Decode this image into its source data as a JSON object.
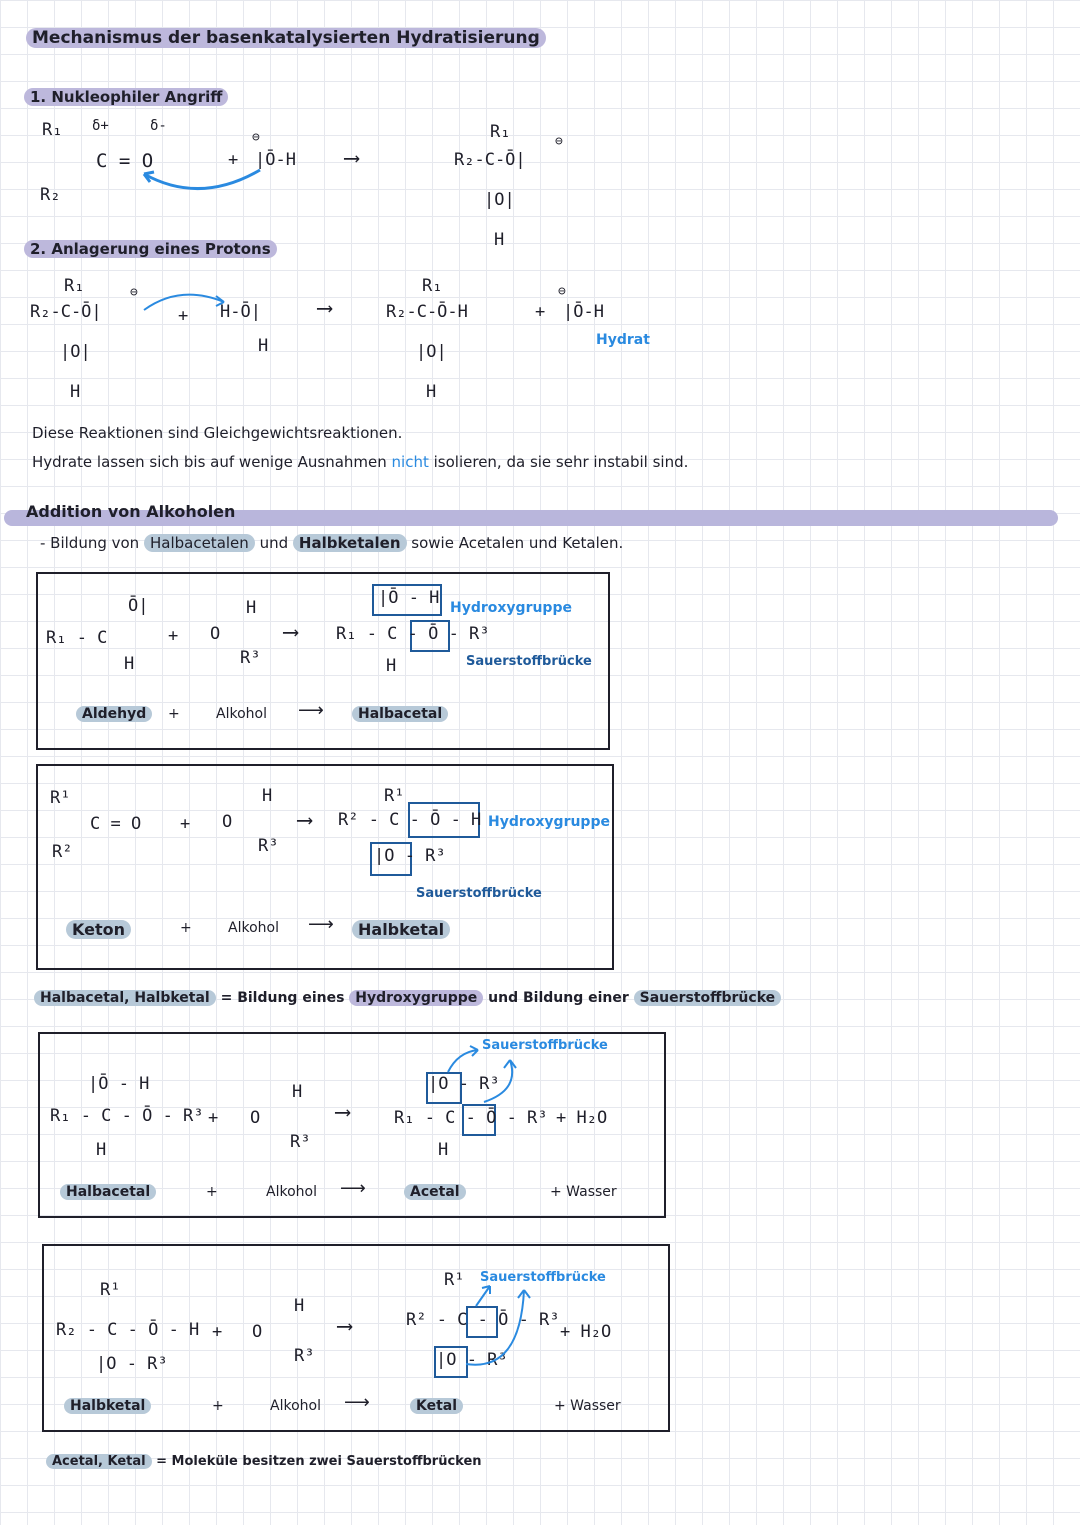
{
  "title": "Mechanismus der basenkatalysierten Hydratisierung",
  "step1": {
    "heading": "1. Nukleophiler Angriff",
    "r1": "R₁",
    "r2": "R₂",
    "delta_plus": "δ+",
    "delta_minus": "δ-",
    "carbonyl": "C = O",
    "nucleophile": "|Ō-H",
    "plus": "+",
    "arrow": "⟶",
    "product_top": "R₁",
    "product_mid": "R₂-C-Ō|",
    "product_oh": "|O|",
    "product_h": "H",
    "charge": "⊖"
  },
  "step2": {
    "heading": "2. Anlagerung eines Protons",
    "reactant_mid": "R₂-C-Ō|",
    "water": "H-Ō|",
    "water_h": "H",
    "product_mid": "R₂-C-Ō-H",
    "hydroxide": "|Ō-H",
    "hydrat": "Hydrat"
  },
  "notes": {
    "line1": "Diese Reaktionen sind Gleichgewichtsreaktionen.",
    "line2_a": "Hydrate lassen sich bis auf wenige Ausnahmen",
    "line2_nicht": "nicht",
    "line2_b": "isolieren, da sie sehr instabil sind."
  },
  "section2": {
    "heading": "Addition von Alkoholen",
    "bullet_a": "- Bildung von",
    "term1": "Halbacetalen",
    "bullet_b": "und",
    "term2": "Halbketalen",
    "bullet_c": "sowie Acetalen und Ketalen."
  },
  "box1": {
    "aldehyde_left": "R₁ - C",
    "aldehyde_o": "Ō|",
    "aldehyde_h": "H",
    "alcohol_h": "H",
    "alcohol_o": "O",
    "alcohol_r": "R³",
    "product_top": "|Ō - H",
    "product_mid": "R₁ - C - Ō - R³",
    "product_h": "H",
    "hydroxygruppe": "Hydroxygruppe",
    "sauerstoffbruecke": "Sauerstoffbrücke",
    "label_reactant": "Aldehyd",
    "label_alcohol": "Alkohol",
    "label_product": "Halbacetal"
  },
  "box2": {
    "r1": "R¹",
    "r2": "R²",
    "carbonyl": "C = O",
    "product_top": "R¹",
    "product_mid": "R² - C - Ō - H",
    "product_bottom": "|O - R³",
    "hydroxygruppe": "Hydroxygruppe",
    "sauerstoffbruecke": "Sauerstoffbrücke",
    "label_reactant": "Keton",
    "label_alcohol": "Alkohol",
    "label_product": "Halbketal"
  },
  "summary1": {
    "terms": "Halbacetal, Halbketal",
    "eq": "= Bildung eines",
    "hydroxy": "Hydroxygruppe",
    "und": "und Bildung einer",
    "bruecke": "Sauerstoffbrücke"
  },
  "box3": {
    "reactant_top": "|Ō - H",
    "reactant_mid": "R₁ - C - Ō - R³",
    "reactant_h": "H",
    "product_top": "|O - R³",
    "product_mid": "R₁ - C - Ō - R³",
    "product_h": "H",
    "water": "+ H₂O",
    "sauerstoffbruecke": "Sauerstoffbrücke",
    "label_reactant": "Halbacetal",
    "label_alcohol": "Alkohol",
    "label_product": "Acetal",
    "label_water": "+ Wasser"
  },
  "box4": {
    "reactant_top": "R¹",
    "reactant_mid": "R₂ - C - Ō - H",
    "reactant_bottom": "|O - R³",
    "product_top": "R¹",
    "product_mid": "R² - C - Ō - R³",
    "product_bottom": "|O - R³",
    "water": "+ H₂O",
    "sauerstoffbruecke": "Sauerstoffbrücke",
    "label_reactant": "Halbketal",
    "label_alcohol": "Alkohol",
    "label_product": "Ketal",
    "label_water": "+ Wasser"
  },
  "summary2": {
    "terms": "Acetal, Ketal",
    "rest": "= Moleküle besitzen zwei Sauerstoffbrücken"
  }
}
